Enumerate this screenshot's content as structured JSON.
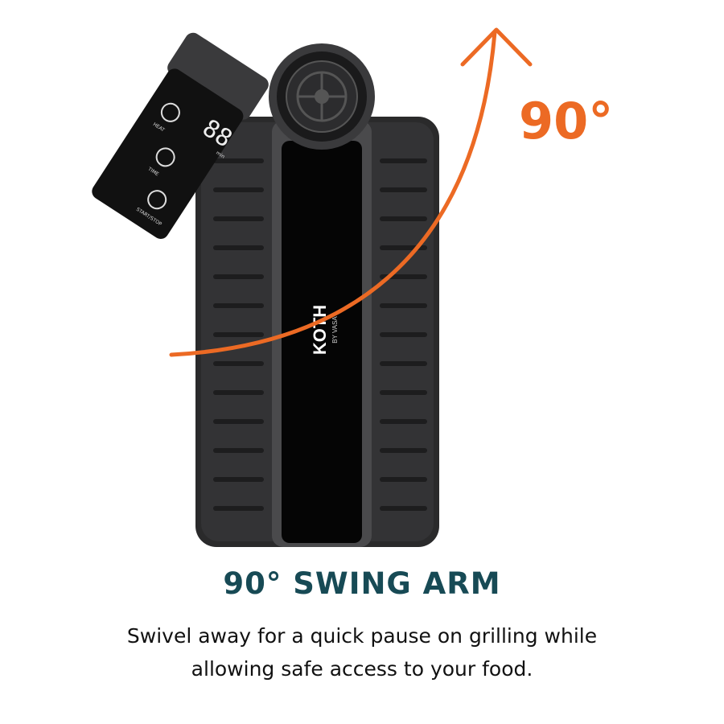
{
  "product": {
    "logo_text": "KOTH",
    "logo_sub": "BY VASA",
    "display_digits": "88",
    "panel_labels": [
      "HEAT",
      "TIME",
      "START/STOP",
      "min"
    ]
  },
  "annotation": {
    "angle_label": "90°"
  },
  "colors": {
    "accent": "#ec6a24",
    "title": "#174a55",
    "body": "#111111"
  },
  "feature": {
    "title": "90° SWING ARM",
    "description_lines": [
      "Swivel away for a quick pause on grilling while",
      "allowing safe access to your food."
    ]
  }
}
